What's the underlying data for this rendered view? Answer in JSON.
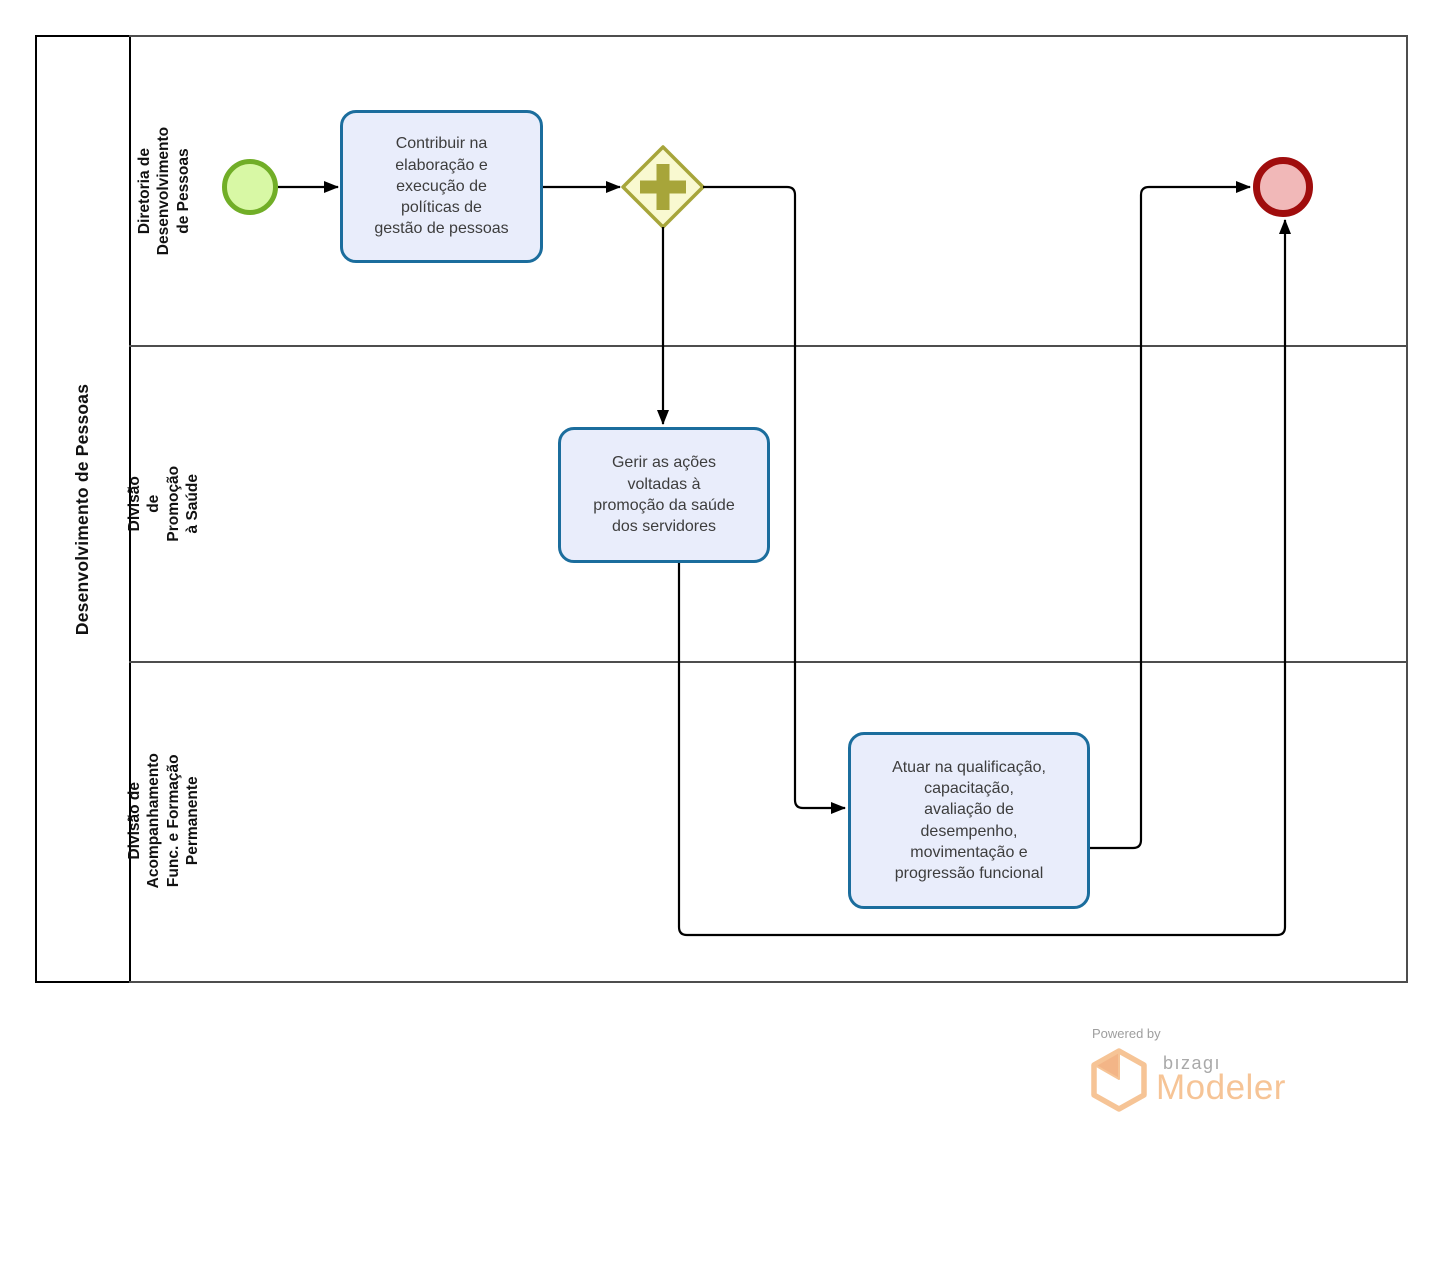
{
  "pool": {
    "title": "Desenvolvimento de Pessoas",
    "lanes": [
      {
        "label": "Diretoria de Desenvolvimento\nde Pessoas"
      },
      {
        "label": "Divisão de Promoção à Saúde"
      },
      {
        "label": "Divisão de Acompanhamento\nFunc. e Formação Permanente"
      }
    ]
  },
  "nodes": {
    "start_event": {
      "type": "start-event"
    },
    "task_contribuir": {
      "label": "Contribuir na\nelaboração e\nexecução de\npolíticas de\ngestão de pessoas"
    },
    "gateway_parallel": {
      "type": "parallel-gateway"
    },
    "task_gerir": {
      "label": "Gerir as ações\nvoltadas à\npromoção da saúde\ndos servidores"
    },
    "task_atuar": {
      "label": "Atuar na qualificação,\ncapacitação,\navaliação de\ndesempenho,\nmovimentação e\nprogressão funcional"
    },
    "end_event": {
      "type": "end-event"
    }
  },
  "branding": {
    "powered_by": "Powered by",
    "brand": "bızagı",
    "product": "Modeler"
  },
  "colors": {
    "pool_border": "#000000",
    "lane_border": "#4d4d4d",
    "connector": "#000000",
    "task_border": "#1b6d9d",
    "task_fill": "#e9edfb",
    "gateway_border": "#a7a53a",
    "gateway_fill": "#f9f9d0",
    "start_border": "#71ae27",
    "start_fill": "#d8f8a5",
    "end_border": "#a00d0d",
    "end_fill": "#f1b8b8",
    "brand_orange": "#f6c496",
    "brand_gray": "#a9a9a9"
  }
}
